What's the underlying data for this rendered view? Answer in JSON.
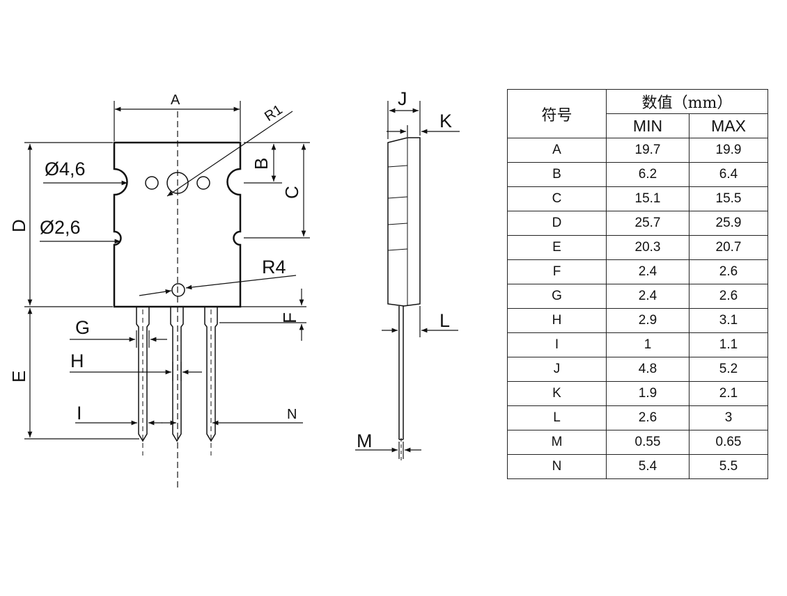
{
  "drawing": {
    "front_labels": {
      "A": "A",
      "R1": "R1",
      "B": "B",
      "C": "C",
      "D": "D",
      "hole_large": "Ø4,6",
      "hole_small": "Ø2,6",
      "R4": "R4",
      "F": "F",
      "G": "G",
      "H": "H",
      "E": "E",
      "I": "I",
      "N": "N"
    },
    "side_labels": {
      "J": "J",
      "K": "K",
      "L": "L",
      "M": "M"
    }
  },
  "table": {
    "symbol_header": "符号",
    "value_header": "数值（mm）",
    "min_header": "MIN",
    "max_header": "MAX",
    "rows": [
      {
        "symbol": "A",
        "min": "19.7",
        "max": "19.9"
      },
      {
        "symbol": "B",
        "min": "6.2",
        "max": "6.4"
      },
      {
        "symbol": "C",
        "min": "15.1",
        "max": "15.5"
      },
      {
        "symbol": "D",
        "min": "25.7",
        "max": "25.9"
      },
      {
        "symbol": "E",
        "min": "20.3",
        "max": "20.7"
      },
      {
        "symbol": "F",
        "min": "2.4",
        "max": "2.6"
      },
      {
        "symbol": "G",
        "min": "2.4",
        "max": "2.6"
      },
      {
        "symbol": "H",
        "min": "2.9",
        "max": "3.1"
      },
      {
        "symbol": "I",
        "min": "1",
        "max": "1.1"
      },
      {
        "symbol": "J",
        "min": "4.8",
        "max": "5.2"
      },
      {
        "symbol": "K",
        "min": "1.9",
        "max": "2.1"
      },
      {
        "symbol": "L",
        "min": "2.6",
        "max": "3"
      },
      {
        "symbol": "M",
        "min": "0.55",
        "max": "0.65"
      },
      {
        "symbol": "N",
        "min": "5.4",
        "max": "5.5"
      }
    ]
  }
}
